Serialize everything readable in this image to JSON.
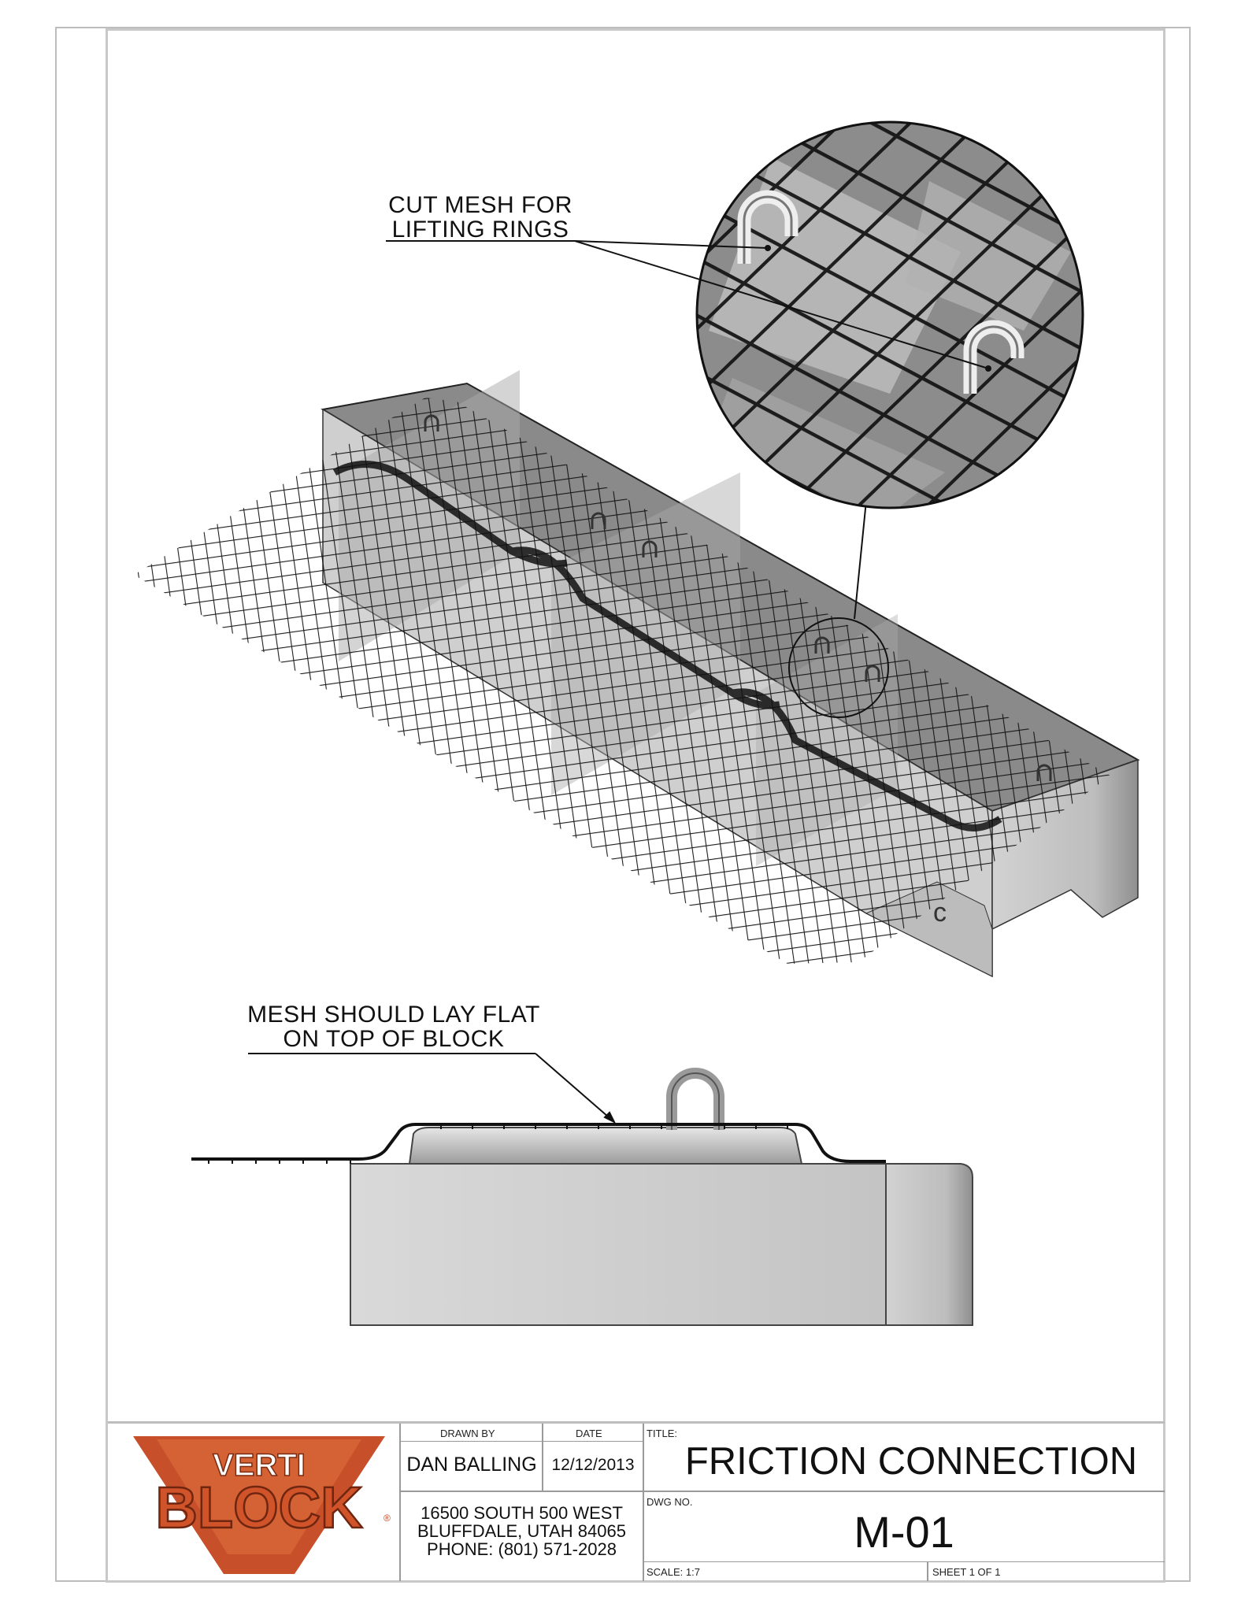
{
  "callouts": {
    "cut_mesh": [
      "CUT MESH FOR",
      "LIFTING RINGS"
    ],
    "lay_flat": [
      "MESH SHOULD LAY FLAT",
      "ON TOP OF BLOCK"
    ]
  },
  "logo": {
    "top_word": "VERTI",
    "main_word": "BLOCK",
    "registered": "®",
    "color": "#c4461f"
  },
  "title_block": {
    "drawn_by_label": "DRAWN BY",
    "date_label": "DATE",
    "title_label": "TITLE:",
    "drawn_by": "DAN BALLING",
    "date": "12/12/2013",
    "title": "FRICTION CONNECTION",
    "address": [
      "16500 SOUTH 500 WEST",
      "BLUFFDALE, UTAH 84065",
      "PHONE: (801) 571-2028"
    ],
    "dwg_no_label": "DWG NO.",
    "dwg_no": "M-01",
    "scale": "SCALE: 1:7",
    "sheet": "SHEET 1 OF 1"
  }
}
